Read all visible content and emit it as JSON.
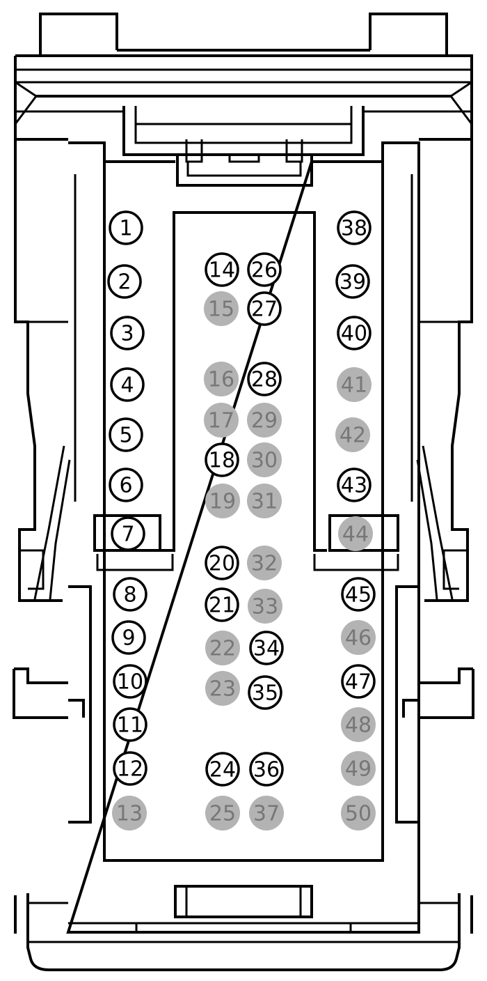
{
  "colors": {
    "outline": "#000000",
    "pin_used_fill": "#ffffff",
    "pin_unused_fill": "#b3b3b3",
    "pin_used_text": "#000000",
    "pin_unused_text": "#777777"
  },
  "pins": [
    {
      "label": "1",
      "state": "used"
    },
    {
      "label": "2",
      "state": "used"
    },
    {
      "label": "3",
      "state": "used"
    },
    {
      "label": "4",
      "state": "used"
    },
    {
      "label": "5",
      "state": "used"
    },
    {
      "label": "6",
      "state": "used"
    },
    {
      "label": "7",
      "state": "used"
    },
    {
      "label": "8",
      "state": "used"
    },
    {
      "label": "9",
      "state": "used"
    },
    {
      "label": "10",
      "state": "used"
    },
    {
      "label": "11",
      "state": "used"
    },
    {
      "label": "12",
      "state": "used"
    },
    {
      "label": "13",
      "state": "unused"
    },
    {
      "label": "14",
      "state": "used"
    },
    {
      "label": "15",
      "state": "unused"
    },
    {
      "label": "16",
      "state": "unused"
    },
    {
      "label": "17",
      "state": "unused"
    },
    {
      "label": "18",
      "state": "used"
    },
    {
      "label": "19",
      "state": "unused"
    },
    {
      "label": "20",
      "state": "used"
    },
    {
      "label": "21",
      "state": "used"
    },
    {
      "label": "22",
      "state": "unused"
    },
    {
      "label": "23",
      "state": "unused"
    },
    {
      "label": "24",
      "state": "used"
    },
    {
      "label": "25",
      "state": "unused"
    },
    {
      "label": "26",
      "state": "used"
    },
    {
      "label": "27",
      "state": "used"
    },
    {
      "label": "28",
      "state": "used"
    },
    {
      "label": "29",
      "state": "unused"
    },
    {
      "label": "30",
      "state": "unused"
    },
    {
      "label": "31",
      "state": "unused"
    },
    {
      "label": "32",
      "state": "unused"
    },
    {
      "label": "33",
      "state": "unused"
    },
    {
      "label": "34",
      "state": "used"
    },
    {
      "label": "35",
      "state": "used"
    },
    {
      "label": "36",
      "state": "used"
    },
    {
      "label": "37",
      "state": "unused"
    },
    {
      "label": "38",
      "state": "used"
    },
    {
      "label": "39",
      "state": "used"
    },
    {
      "label": "40",
      "state": "used"
    },
    {
      "label": "41",
      "state": "unused"
    },
    {
      "label": "42",
      "state": "unused"
    },
    {
      "label": "43",
      "state": "used"
    },
    {
      "label": "44",
      "state": "unused"
    },
    {
      "label": "45",
      "state": "used"
    },
    {
      "label": "46",
      "state": "unused"
    },
    {
      "label": "47",
      "state": "used"
    },
    {
      "label": "48",
      "state": "unused"
    },
    {
      "label": "49",
      "state": "unused"
    },
    {
      "label": "50",
      "state": "unused"
    }
  ]
}
